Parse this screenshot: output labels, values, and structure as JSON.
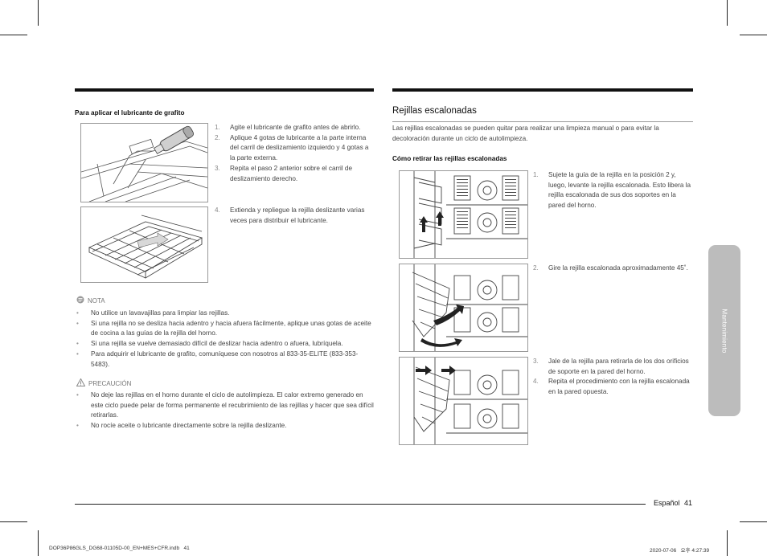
{
  "left": {
    "heading": "Para aplicar el lubricante de grafito",
    "steps_a": [
      {
        "num": "1.",
        "text": "Agite el lubricante de grafito antes de abrirlo."
      },
      {
        "num": "2.",
        "text": "Aplique 4 gotas de lubricante a la parte interna del carril de deslizamiento izquierdo y 4 gotas a la parte externa."
      },
      {
        "num": "3.",
        "text": "Repita el paso 2 anterior sobre el carril de deslizamiento derecho."
      }
    ],
    "steps_b": [
      {
        "num": "4.",
        "text": "Extienda y repliegue la rejilla deslizante varias veces para distribuir el lubricante."
      }
    ],
    "note": {
      "icon": "note-icon",
      "label": "NOTA",
      "items": [
        "No utilice un lavavajillas para limpiar las rejillas.",
        "Si una rejilla no se desliza hacia adentro y hacia afuera fácilmente, aplique unas gotas de aceite de cocina a las guías de la rejilla del horno.",
        "Si una rejilla se vuelve demasiado difícil de deslizar hacia adentro o afuera, lubríquela.",
        "Para adquirir el lubricante de grafito, comuníquese con nosotros al 833-35-ELITE (833-353-5483)."
      ]
    },
    "caution": {
      "icon": "warning-icon",
      "label": "PRECAUCIÓN",
      "items": [
        "No deje las rejillas en el horno durante el ciclo de autolimpieza. El calor extremo generado en este ciclo puede pelar de forma permanente el recubrimiento de las rejillas y hacer que sea difícil retirarlas.",
        "No rocíe aceite o lubricante directamente sobre la rejilla deslizante."
      ]
    }
  },
  "right": {
    "title": "Rejillas escalonadas",
    "intro": "Las rejillas escalonadas se pueden quitar para realizar una limpieza manual o para evitar la decoloración durante un ciclo de autolimpieza.",
    "subheading": "Cómo retirar las rejillas escalonadas",
    "steps_a": [
      {
        "num": "1.",
        "text": "Sujete la guía de la rejilla en la posición 2 y, luego, levante la rejilla escalonada. Esto libera la rejilla escalonada de sus dos soportes en la pared del horno."
      }
    ],
    "steps_b": [
      {
        "num": "2.",
        "text": "Gire la rejilla escalonada aproximadamente 45˚."
      }
    ],
    "steps_c": [
      {
        "num": "3.",
        "text": "Jale de la rejilla para retirarla de los dos orificios de soporte en la pared del horno."
      },
      {
        "num": "4.",
        "text": "Repita el procedimiento con la rejilla escalonada en la pared opuesta."
      }
    ]
  },
  "side_tab": "Mantenimiento",
  "footer": {
    "language": "Español",
    "page": "41"
  },
  "slug": {
    "file": "DOP36P86GLS_DG68-01105D-00_EN+MES+CFR.indb   41",
    "timestamp": "2020-07-06   오후 4:27:39"
  }
}
